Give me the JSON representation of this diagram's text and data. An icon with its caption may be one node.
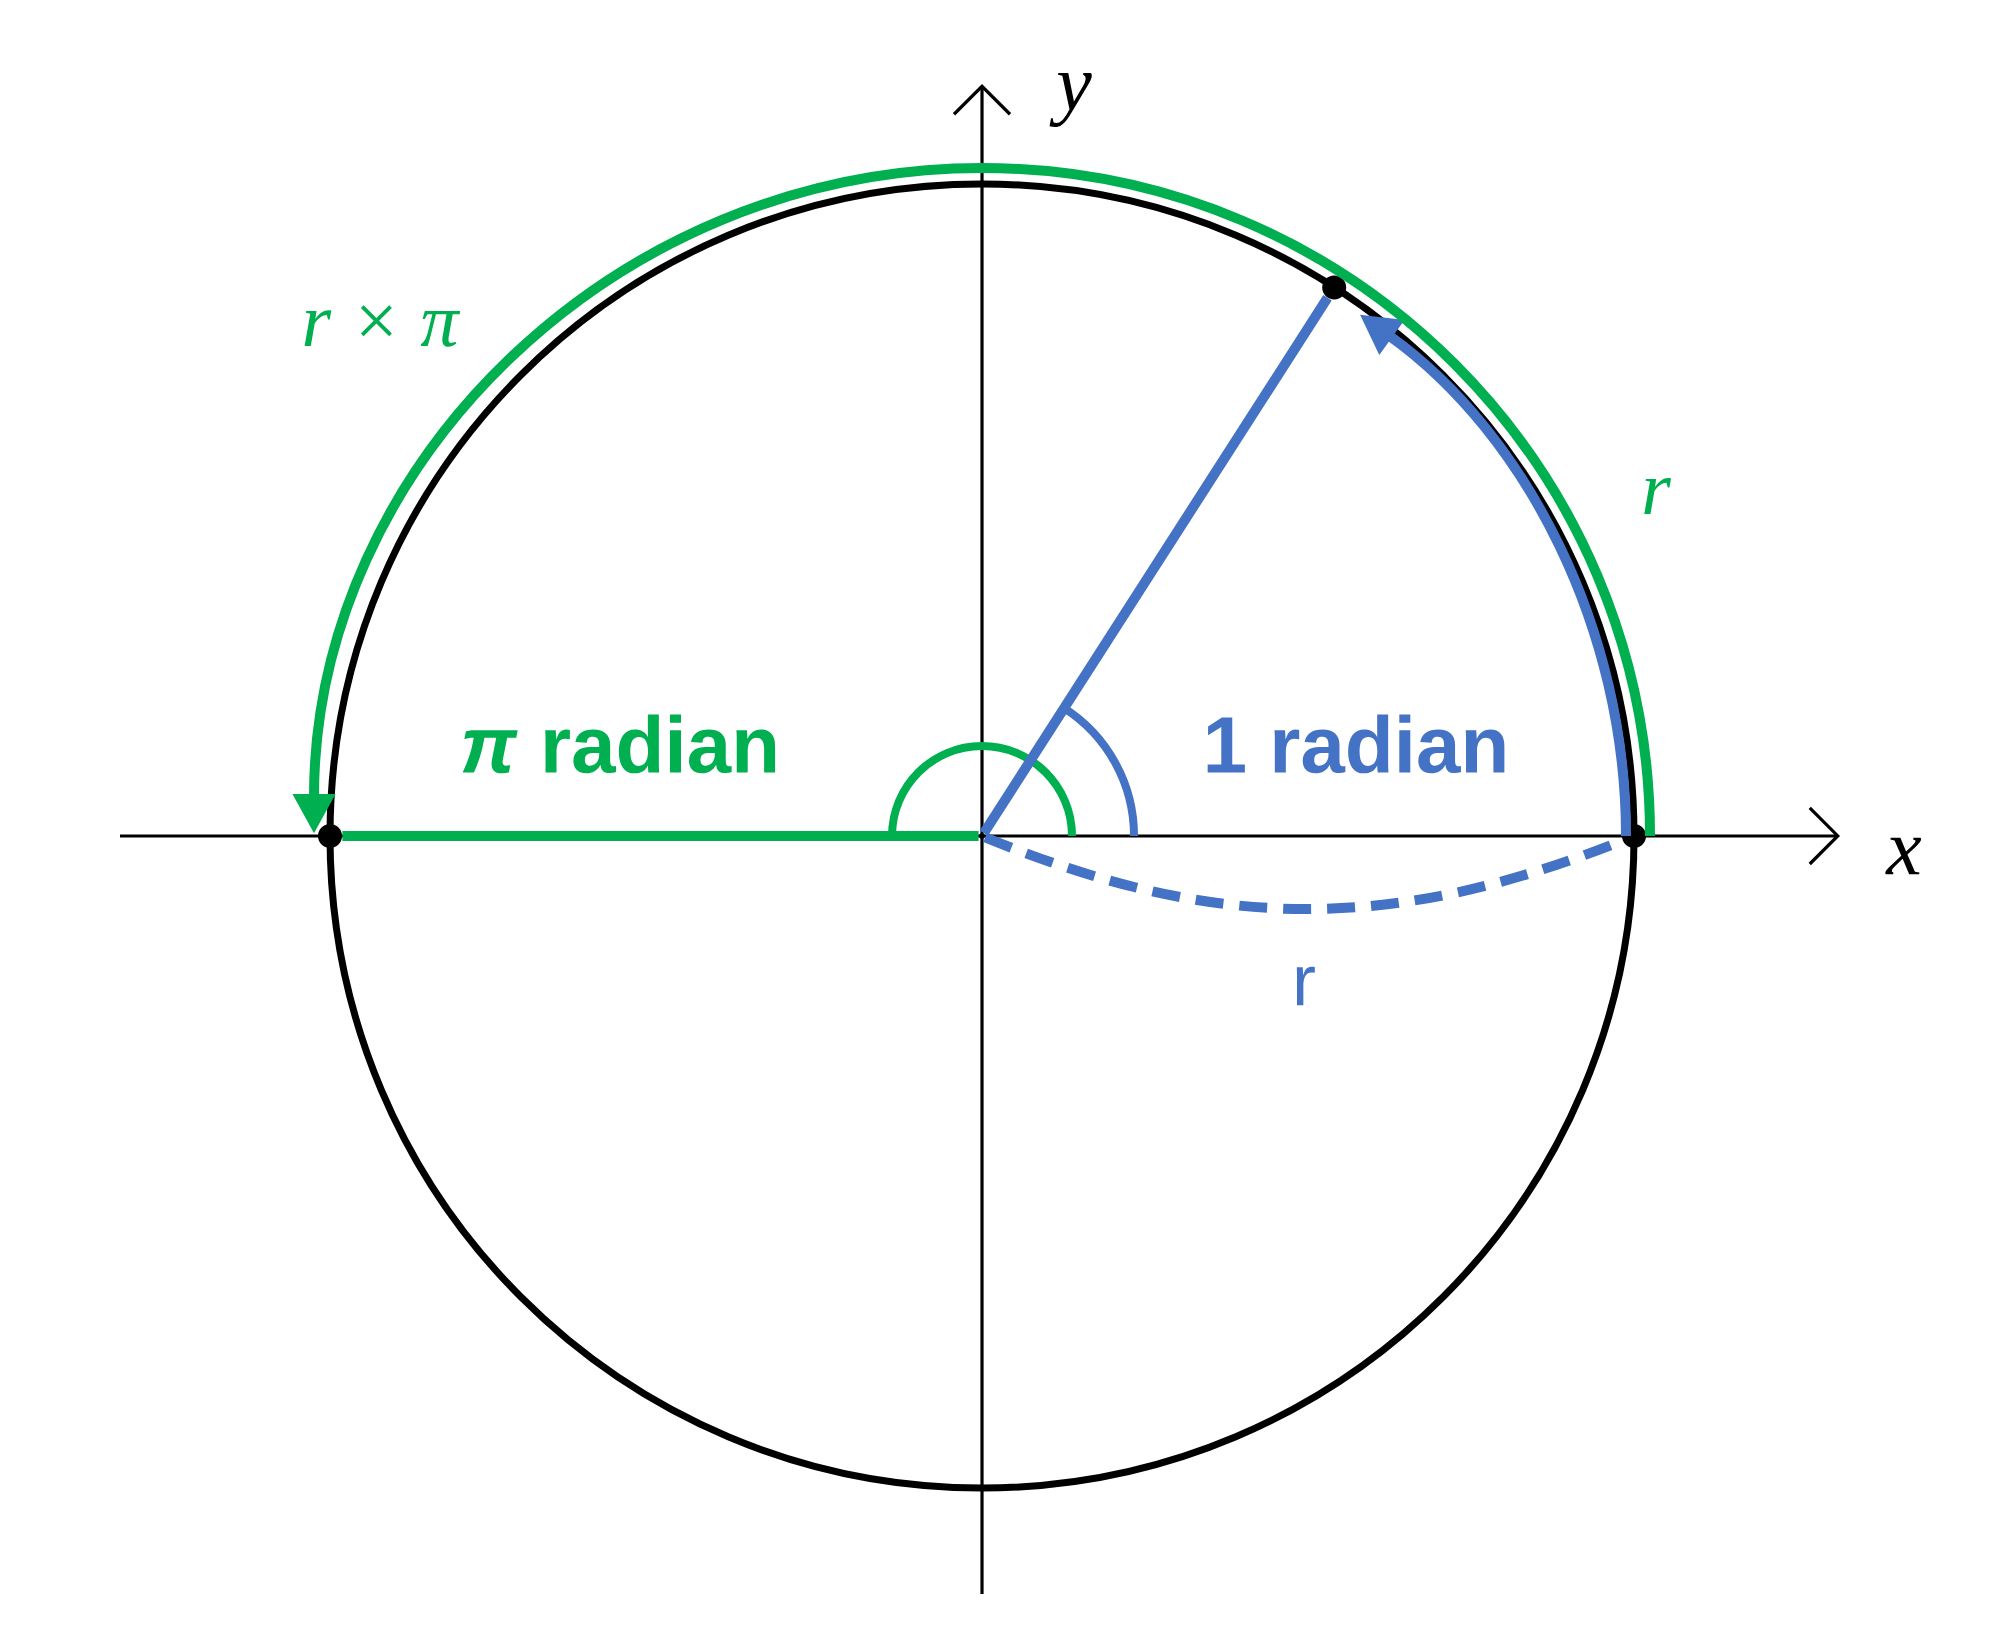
{
  "diagram": {
    "nodes": [
      {
        "text": [],
        "shape": "circle"
      },
      {
        "text": [],
        "shape": "circle"
      },
      {
        "text": [],
        "shape": "circle"
      },
      {
        "text": [],
        "shape": "point"
      }
    ],
    "edges": [
      {
        "from": 0,
        "to": 1,
        "arrow": "to",
        "color": "#4472c4"
      },
      {
        "from": 0,
        "to": 2,
        "arrow": "to",
        "color": "#00b050"
      },
      {
        "from": 3,
        "to": 1,
        "arrow": "none",
        "color": "#4472c4"
      },
      {
        "from": 2,
        "to": 3,
        "arrow": "none",
        "color": "#00b050"
      },
      {
        "from": 3,
        "to": 0,
        "arrow": "none",
        "style": "dashed",
        "color": "#4472c4"
      }
    ],
    "labels": [
      "y",
      "r × π",
      "r",
      "*π* radian",
      "1 radian",
      "x",
      "r"
    ]
  }
}
